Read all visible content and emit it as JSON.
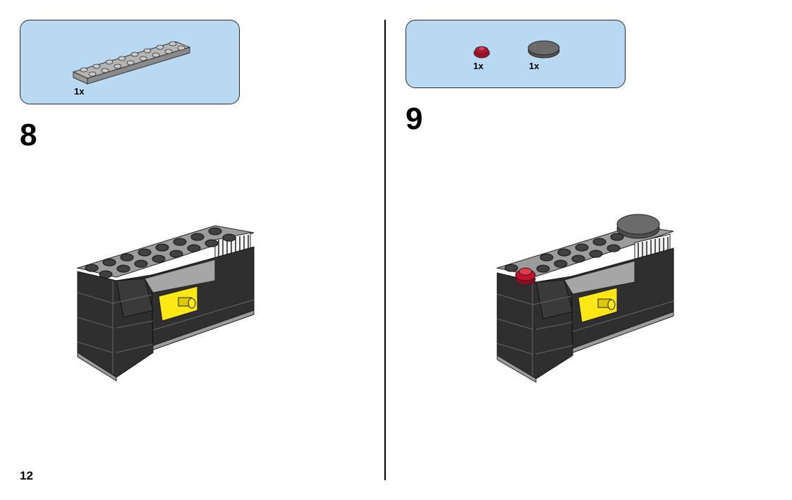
{
  "page": {
    "number": "12"
  },
  "steps": [
    {
      "number": "8",
      "parts": [
        {
          "name": "plate-2x8-light-gray",
          "quantity": "1x"
        }
      ]
    },
    {
      "number": "9",
      "parts": [
        {
          "name": "round-plate-1x1-red",
          "quantity": "1x"
        },
        {
          "name": "round-tile-2x2-dark-gray",
          "quantity": "1x"
        }
      ]
    }
  ],
  "colors": {
    "callout_bg": "#b9d9f2",
    "brick_dark": "#2f2f2f",
    "plate_gray": "#a0a0a0",
    "stud_dark": "#3c3c3c",
    "accent_yellow": "#ffe814",
    "accent_red": "#c8102e",
    "tile_gray": "#6b6b6b"
  }
}
